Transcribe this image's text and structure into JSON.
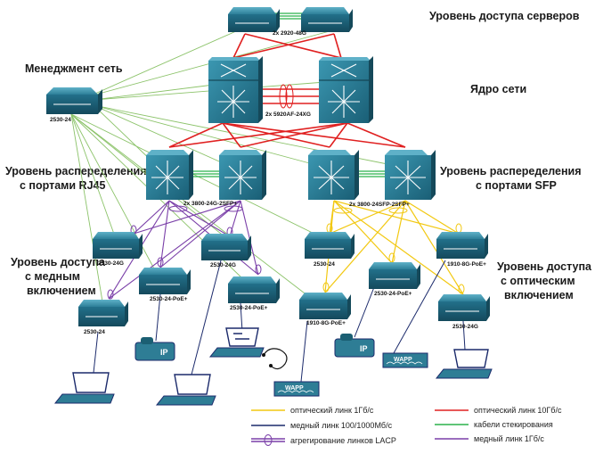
{
  "titles": {
    "server_access": "Уровень доступа серверов",
    "management": "Менеджмент сеть",
    "core": "Ядро сети",
    "dist_rj45_line1": "Уровень распеределения",
    "dist_rj45_line2": "с портами RJ45",
    "dist_sfp_line1": "Уровень распеределения",
    "dist_sfp_line2": "с портами SFP",
    "access_copper_line1": "Уровень доступа",
    "access_copper_line2": "с медным",
    "access_copper_line3": "включением",
    "access_optic_line1": "Уровень доступа",
    "access_optic_line2": "с оптическим",
    "access_optic_line3": "включением"
  },
  "devices": {
    "server_switches": "2x 2920-48G",
    "management_switch": "2530-24",
    "core_switches": "2x 5920AF-24XG",
    "dist_rj45": "2x 3800-24G-2SFP+",
    "dist_sfp": "2x 3800-24SFP-2SFP+",
    "acc_2530_24g_a": "2530-24G",
    "acc_2530_24g_b": "2530-24G",
    "acc_2530_24poe_a": "2530-24-PoE+",
    "acc_2530_24poe_b": "2530-24-PoE+",
    "acc_2530_24_a": "2530-24",
    "acc_2530_24_sfp": "2530-24",
    "acc_1910_8g_poe_a": "1910-8G-PoE+",
    "acc_2530_24poe_c": "2530-24-PoE+",
    "acc_1910_8g_poe_b": "1910-8G-PoE+",
    "acc_2530_24g_c": "2530-24G",
    "phone_label": "IP",
    "wapp_label": "WAPP"
  },
  "legend": {
    "items": [
      {
        "label": "оптический линк 1Гб/с",
        "color": "#f2c811",
        "style": "line"
      },
      {
        "label": "медный линк 100/1000Мб/с",
        "color": "#1b2a6b",
        "style": "line"
      },
      {
        "label": "агрегирование линков LACP",
        "color": "#7a3fa8",
        "style": "lacp"
      },
      {
        "label": "оптический линк 10Гб/с",
        "color": "#e02020",
        "style": "line"
      },
      {
        "label": "кабели стекирования",
        "color": "#2bb24c",
        "style": "line"
      },
      {
        "label": "медный линк 1Гб/с",
        "color": "#7a3fa8",
        "style": "line"
      }
    ]
  },
  "colors": {
    "device_top": "#2e7d95",
    "device_front": "#1b5f73",
    "device_side": "#15495a",
    "optic_1g": "#f2c811",
    "copper_100": "#1b2a6b",
    "optic_10g": "#e02020",
    "stack": "#2bb24c",
    "copper_1g": "#7a3fa8",
    "management": "#8cc36a"
  }
}
